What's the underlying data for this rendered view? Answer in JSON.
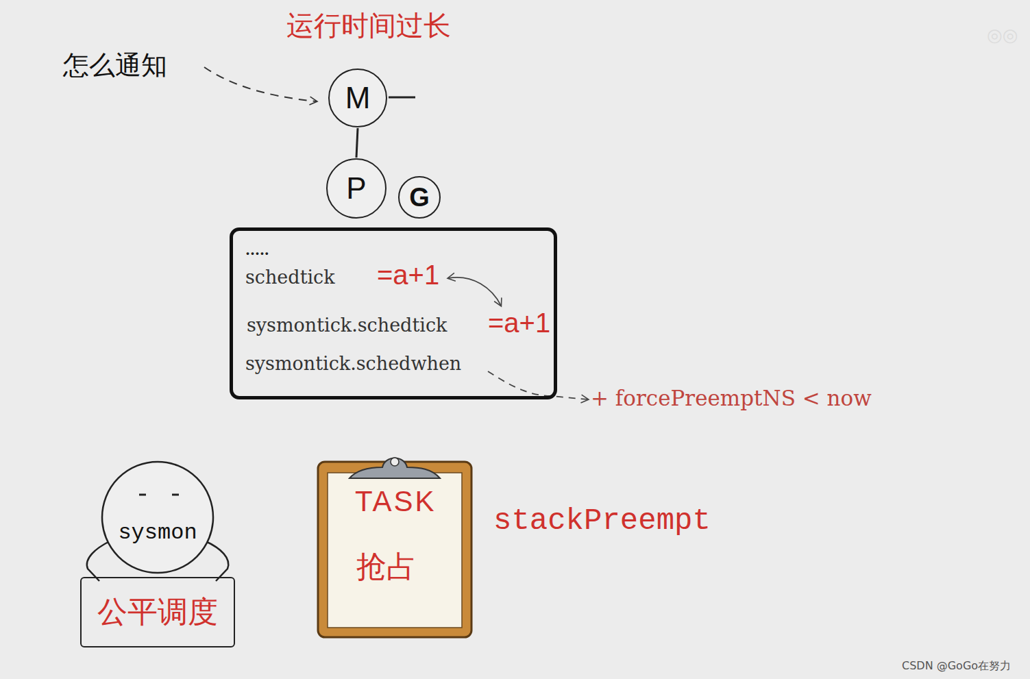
{
  "diagram": {
    "title": "运行时间过长",
    "nodes": [
      {
        "text": [
          "M"
        ]
      },
      {
        "text": [
          "P"
        ]
      },
      {
        "text": [
          "G"
        ]
      },
      {
        "text": [
          ".....",
          "schedtick",
          "=a+1",
          "sysmontick.schedtick",
          "=a+1",
          "sysmontick.schedwhen"
        ]
      },
      {
        "text": [
          "sysmon"
        ]
      },
      {
        "text": [
          "公平调度"
        ]
      },
      {
        "text": [
          "TASK",
          "抢占"
        ]
      }
    ],
    "edges": [
      {
        "from": 0,
        "to": 1,
        "arrow": "none"
      }
    ],
    "labels": [
      "怎么通知",
      "+ forcePreemptNS < now",
      "stackPreempt",
      "CSDN @GoGo在努力"
    ]
  }
}
